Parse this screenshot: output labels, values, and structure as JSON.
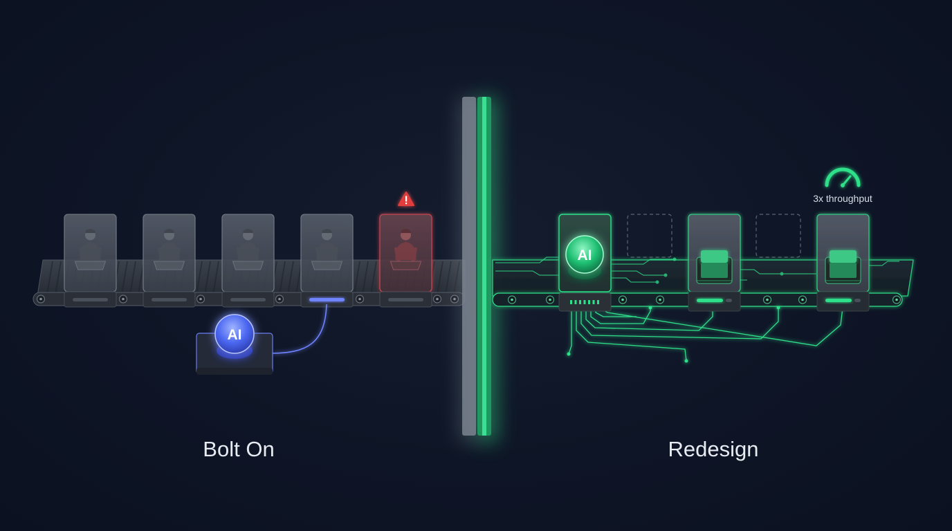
{
  "left_panel": {
    "label": "Bolt On",
    "ai_badge": "AI",
    "colors": {
      "accent": "#5a7cff",
      "warning": "#e23c3c"
    },
    "stations": [
      {
        "status": "normal"
      },
      {
        "status": "normal"
      },
      {
        "status": "normal"
      },
      {
        "status": "connected"
      },
      {
        "status": "warning"
      }
    ]
  },
  "right_panel": {
    "label": "Redesign",
    "ai_badge": "AI",
    "metric": "3x throughput",
    "colors": {
      "accent": "#2fe08a"
    }
  },
  "divider": {
    "colors": {
      "left": "#8a929e",
      "right": "#2fd080"
    }
  },
  "icons": {
    "warning": "warning-triangle-icon",
    "gauge": "speedometer-icon",
    "worker": "person-at-workbench-icon"
  }
}
